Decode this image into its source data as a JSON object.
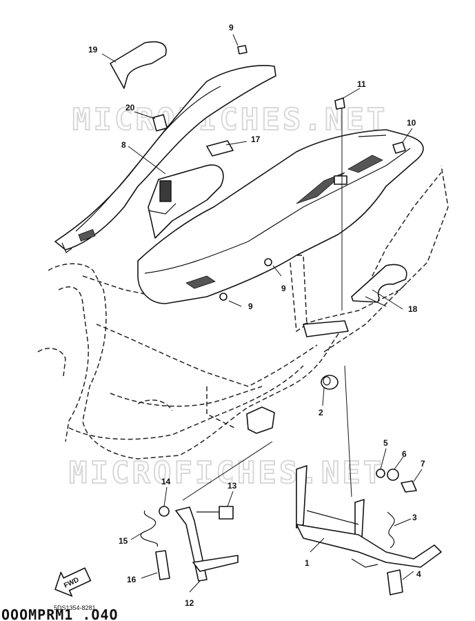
{
  "watermarks": [
    "MICROFICHES.NET",
    "MICROFICHES.NET"
  ],
  "callouts": [
    "1",
    "2",
    "3",
    "4",
    "5",
    "6",
    "7",
    "8",
    "9",
    "9",
    "9",
    "10",
    "11",
    "12",
    "13",
    "14",
    "15",
    "16",
    "17",
    "18",
    "19",
    "20"
  ],
  "fwd_label": "FWD",
  "drawing_code": "5DS1354-8281",
  "footer_code": "OOOMPRM1 .O4O"
}
